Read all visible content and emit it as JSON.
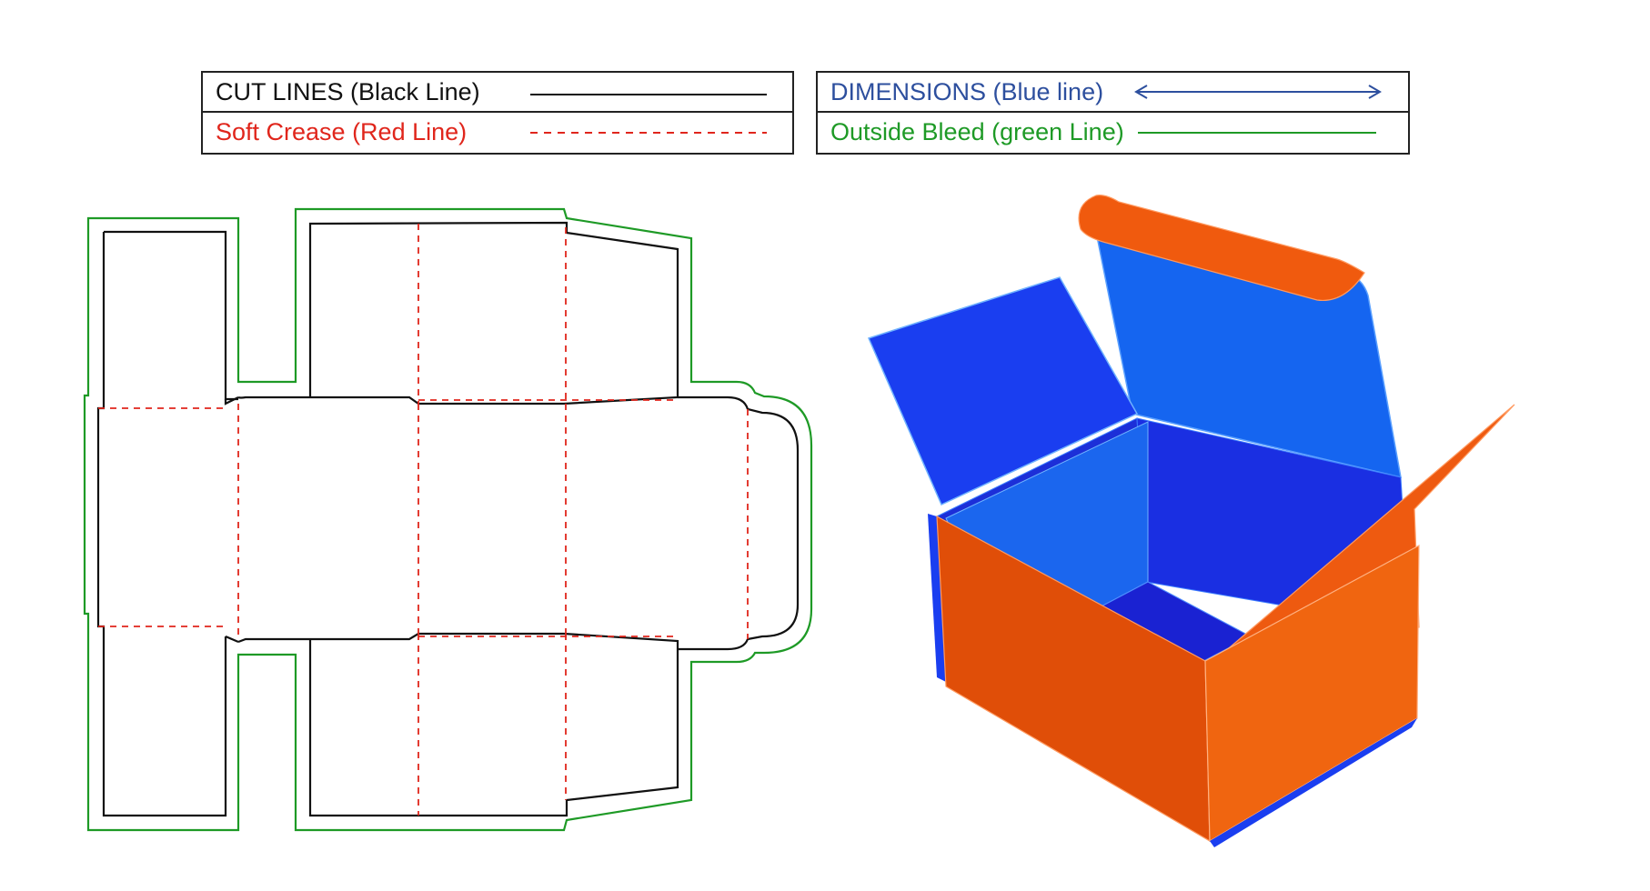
{
  "legend_left": {
    "cut_lines": {
      "label": "CUT LINES (Black Line)",
      "color": "#111111",
      "style": "solid"
    },
    "soft_crease": {
      "label": "Soft Crease (Red Line)",
      "color": "#e0261c",
      "style": "dashed"
    }
  },
  "legend_right": {
    "dimensions": {
      "label": "DIMENSIONS (Blue line)",
      "color": "#2d4f9e",
      "style": "double-arrow"
    },
    "outside_bleed": {
      "label": "Outside Bleed (green Line)",
      "color": "#1e9a26",
      "style": "solid"
    }
  },
  "colors": {
    "cut": "#111111",
    "crease": "#e0261c",
    "bleed": "#1e9a26",
    "box_orange": "#f05a0e",
    "box_orange_dark": "#e04e08",
    "box_blue": "#1565f0",
    "box_blue_dark": "#1a32e0",
    "box_blue_inner": "#1550ea"
  },
  "icons": {
    "dieline": "flat-box-dieline-drawing",
    "box3d": "open-tuck-box-3d-illustration"
  }
}
